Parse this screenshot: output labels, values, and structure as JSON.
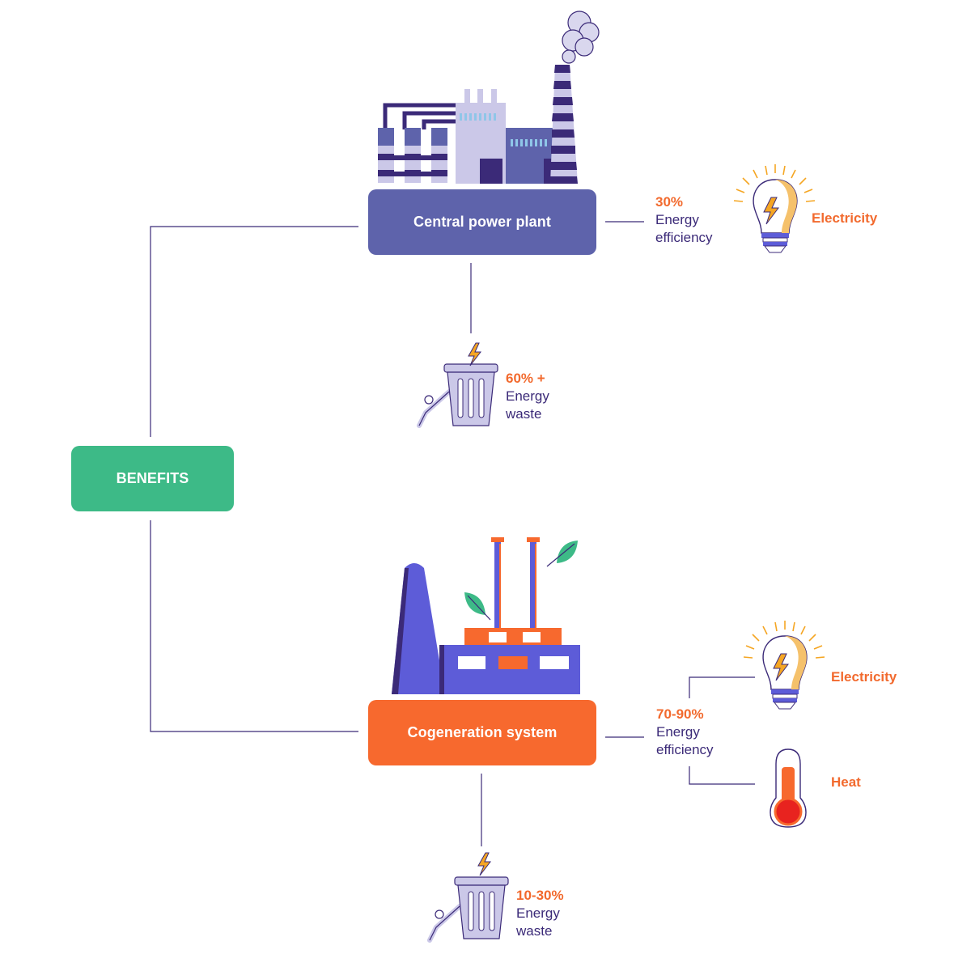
{
  "benefits": {
    "label": "BENEFITS"
  },
  "central": {
    "label": "Central power plant",
    "efficiency": {
      "value": "30%",
      "line1": "Energy",
      "line2": "efficiency"
    },
    "output": "Electricity",
    "waste": {
      "value": "60% +",
      "line1": "Energy",
      "line2": "waste"
    }
  },
  "cogeneration": {
    "label": "Cogeneration system",
    "efficiency": {
      "value": "70-90%",
      "line1": "Energy",
      "line2": "efficiency"
    },
    "outputs": [
      "Electricity",
      "Heat"
    ],
    "waste": {
      "value": "10-30%",
      "line1": "Energy",
      "line2": "waste"
    }
  },
  "colors": {
    "benefits": "#3dba87",
    "central": "#5e63ab",
    "cogeneration": "#f7692e",
    "accent": "#f26a2e",
    "text": "#3b2a78"
  }
}
